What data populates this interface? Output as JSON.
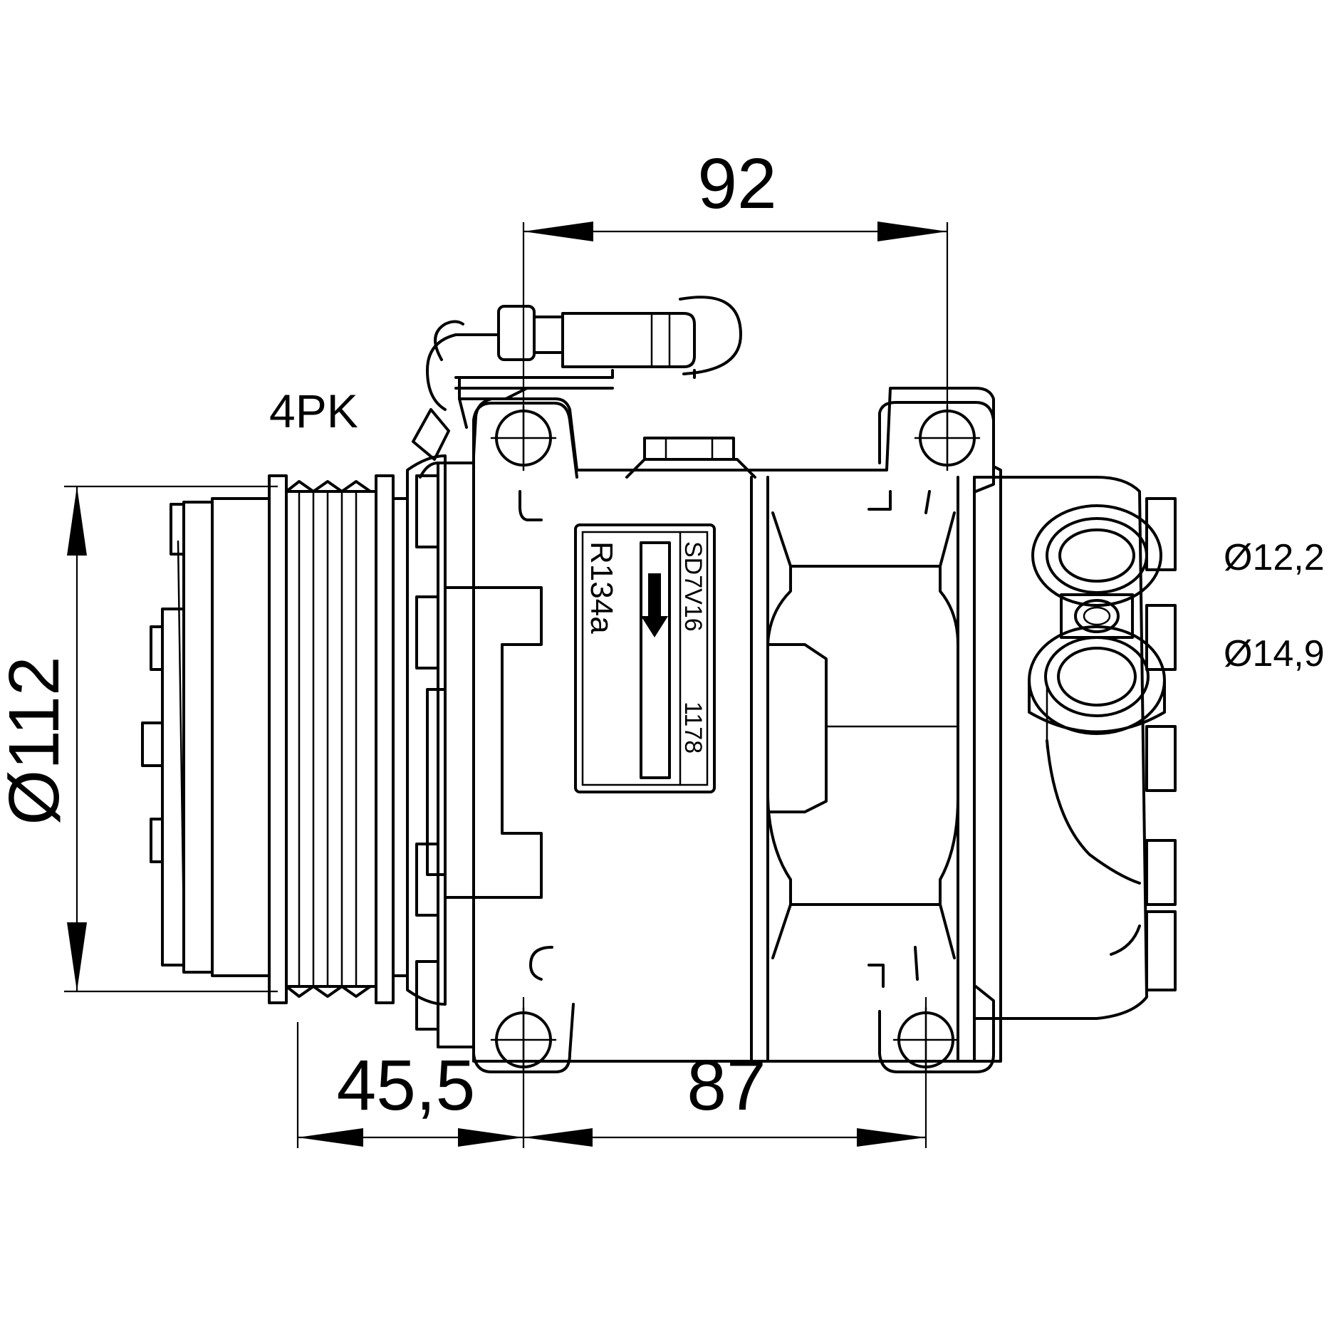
{
  "dimensions": {
    "top_width": "92",
    "pulley_diameter": "Ø112",
    "pulley_offset": "45,5",
    "bottom_width": "87",
    "port_upper": "Ø12,2",
    "port_lower": "Ø14,9"
  },
  "belt": "4PK",
  "nameplate": {
    "refrigerant": "R134a",
    "model": "SD7V16",
    "code": "1178"
  }
}
